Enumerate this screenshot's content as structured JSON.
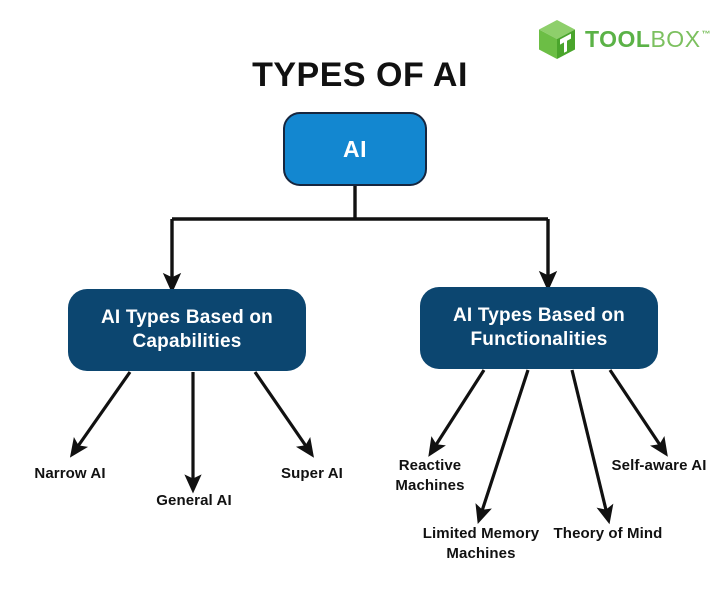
{
  "title": "TYPES OF AI",
  "brand": {
    "cube_icon": "toolbox-cube-icon",
    "word_primary": "TOOL",
    "word_secondary": "BOX",
    "trademark": "™"
  },
  "colors": {
    "background": "#ffffff",
    "root_node_fill": "#1387d0",
    "root_node_border": "#16263f",
    "branch_node_fill": "#0c4670",
    "node_text": "#ffffff",
    "title_text": "#111111",
    "connector": "#111111",
    "brand_green_dark": "#5bb247",
    "brand_green_light": "#7cc05f",
    "cube_top": "#8ecf6b",
    "cube_left": "#6cbe45",
    "cube_right": "#4da52f"
  },
  "diagram": {
    "type": "tree",
    "root": {
      "label": "AI"
    },
    "branches": [
      {
        "id": "capabilities",
        "label": "AI Types Based on Capabilities",
        "leaves": [
          {
            "id": "narrow-ai",
            "label": "Narrow AI"
          },
          {
            "id": "general-ai",
            "label": "General AI"
          },
          {
            "id": "super-ai",
            "label": "Super AI"
          }
        ]
      },
      {
        "id": "functionalities",
        "label": "AI Types Based on Functionalities",
        "leaves": [
          {
            "id": "reactive-machines",
            "label": "Reactive Machines"
          },
          {
            "id": "limited-memory-machines",
            "label": "Limited Memory Machines"
          },
          {
            "id": "theory-of-mind",
            "label": "Theory of Mind"
          },
          {
            "id": "self-aware-ai",
            "label": "Self-aware AI"
          }
        ]
      }
    ]
  }
}
